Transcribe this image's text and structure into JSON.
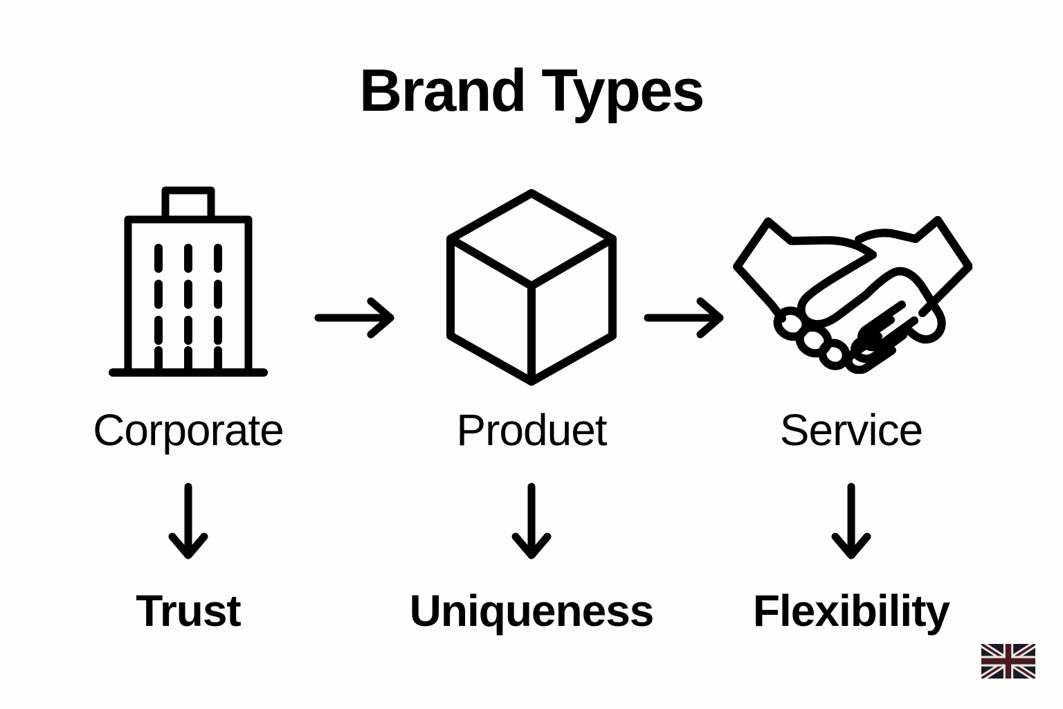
{
  "title": "Brand Types",
  "flow": {
    "steps": [
      {
        "id": "corporate",
        "icon": "office-building-icon",
        "type_label": "Corporate",
        "outcome_label": "Trust"
      },
      {
        "id": "product",
        "icon": "cube-box-icon",
        "type_label": "Produet",
        "outcome_label": "Uniqueness"
      },
      {
        "id": "service",
        "icon": "handshake-icon",
        "type_label": "Service",
        "outcome_label": "Flexibility"
      }
    ],
    "connector_icons": {
      "horizontal": "arrow-right-icon",
      "vertical": "arrow-down-icon"
    }
  },
  "badge": {
    "icon": "uk-flag-icon",
    "name": "United Kingdom"
  },
  "colors": {
    "ink": "#000000",
    "background": "#fefefd"
  }
}
